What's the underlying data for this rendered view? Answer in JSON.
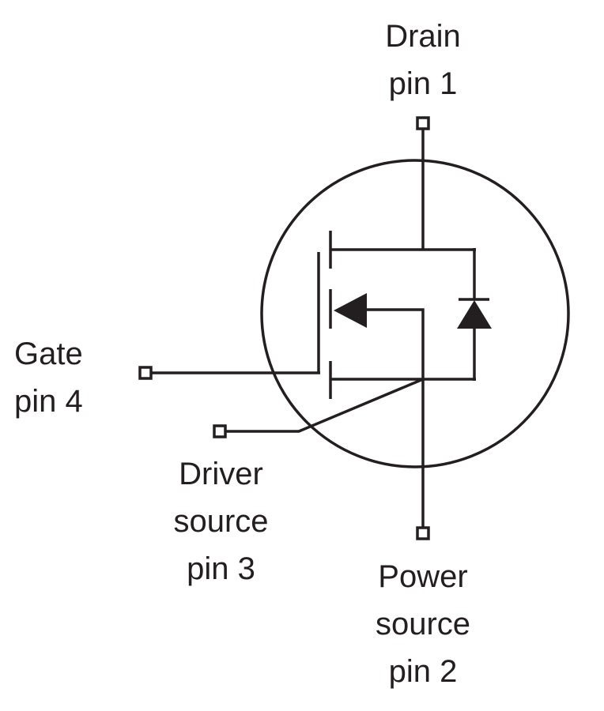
{
  "diagram": {
    "type": "MOSFET symbol (4-pin, Kelvin source)",
    "colors": {
      "stroke": "#231f20",
      "background": "#ffffff"
    },
    "pins": [
      {
        "id": "drain",
        "lines": [
          "Drain",
          "pin 1"
        ]
      },
      {
        "id": "gate",
        "lines": [
          "Gate",
          "pin 4"
        ]
      },
      {
        "id": "driver-source",
        "lines": [
          "Driver",
          "source",
          "pin 3"
        ]
      },
      {
        "id": "power-source",
        "lines": [
          "Power",
          "source",
          "pin 2"
        ]
      }
    ],
    "components": [
      "enclosure-circle",
      "gate-plate",
      "channel-segments",
      "body-arrow",
      "body-diode"
    ]
  }
}
